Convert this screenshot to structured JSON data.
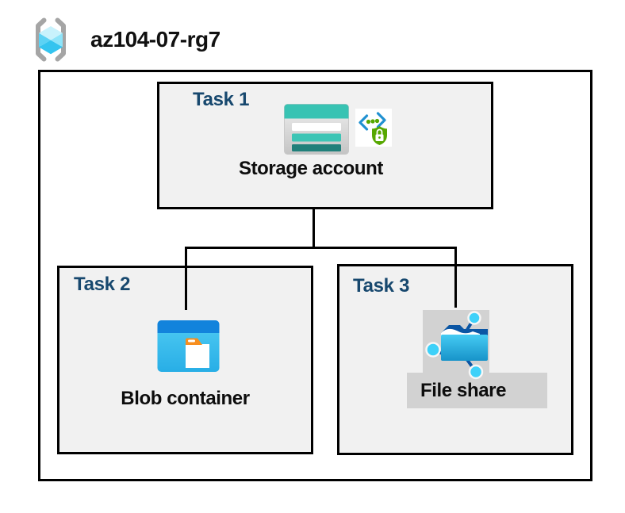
{
  "header": {
    "resource_group_name": "az104-07-rg7",
    "icon": "resource-group-icon"
  },
  "tasks": [
    {
      "label": "Task 1",
      "item": "Storage account",
      "icons": [
        "storage-account-icon",
        "secure-endpoint-icon"
      ]
    },
    {
      "label": "Task 2",
      "item": "Blob container",
      "icons": [
        "blob-container-icon"
      ]
    },
    {
      "label": "Task 3",
      "item": "File share",
      "icons": [
        "file-share-icon"
      ]
    }
  ],
  "connections": [
    {
      "from": "Storage account",
      "to": "Blob container"
    },
    {
      "from": "Storage account",
      "to": "File share"
    }
  ],
  "colors": {
    "task_label_navy": "#17486e",
    "box_fill_gray": "#f1f1f1",
    "box_border": "#000000",
    "highlight_gray": "#d2d2d2",
    "storage_teal": "#38c3b3",
    "storage_teal_dark": "#20807a",
    "endpoint_blue": "#2191d1",
    "endpoint_green": "#56a700",
    "blob_band_blue": "#1283dc",
    "blob_body_cyan": "#35bdeb",
    "folder_tab_orange": "#f78e1e",
    "fileshare_dark_blue": "#0b56a4",
    "fileshare_node_cyan": "#3ed1f9",
    "cube_cyan": "#5cd2f4",
    "bracket_gray": "#a5a5a5"
  }
}
